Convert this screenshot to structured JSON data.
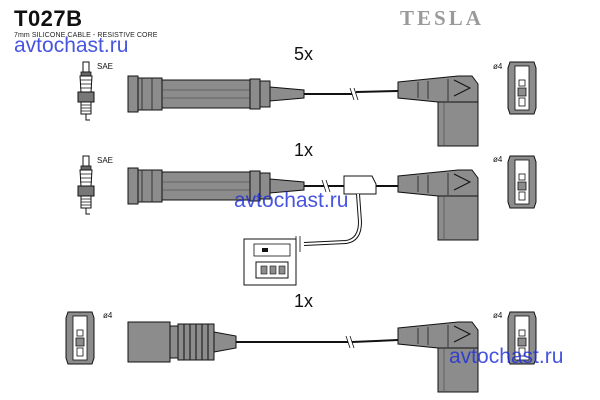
{
  "header": {
    "code": "T027B",
    "subtitle": "7mm SILICONE CABLE - RESISTIVE CORE",
    "brand": "TESLA"
  },
  "watermark": {
    "text": "avtochast.ru",
    "color": "#1f2fd8"
  },
  "leads": [
    {
      "quantity": "5x",
      "plug_end_label": "SAE",
      "coil_end_label": "ø4"
    },
    {
      "quantity": "1x",
      "plug_end_label": "SAE",
      "coil_end_label": "ø4"
    },
    {
      "quantity": "1x",
      "plug_end_label": "ø4",
      "coil_end_label": "ø4"
    }
  ],
  "colors": {
    "part_fill": "#8c8c8c",
    "part_dark": "#5a5a5a",
    "outline": "#111111",
    "brand": "#9a9a9a"
  }
}
